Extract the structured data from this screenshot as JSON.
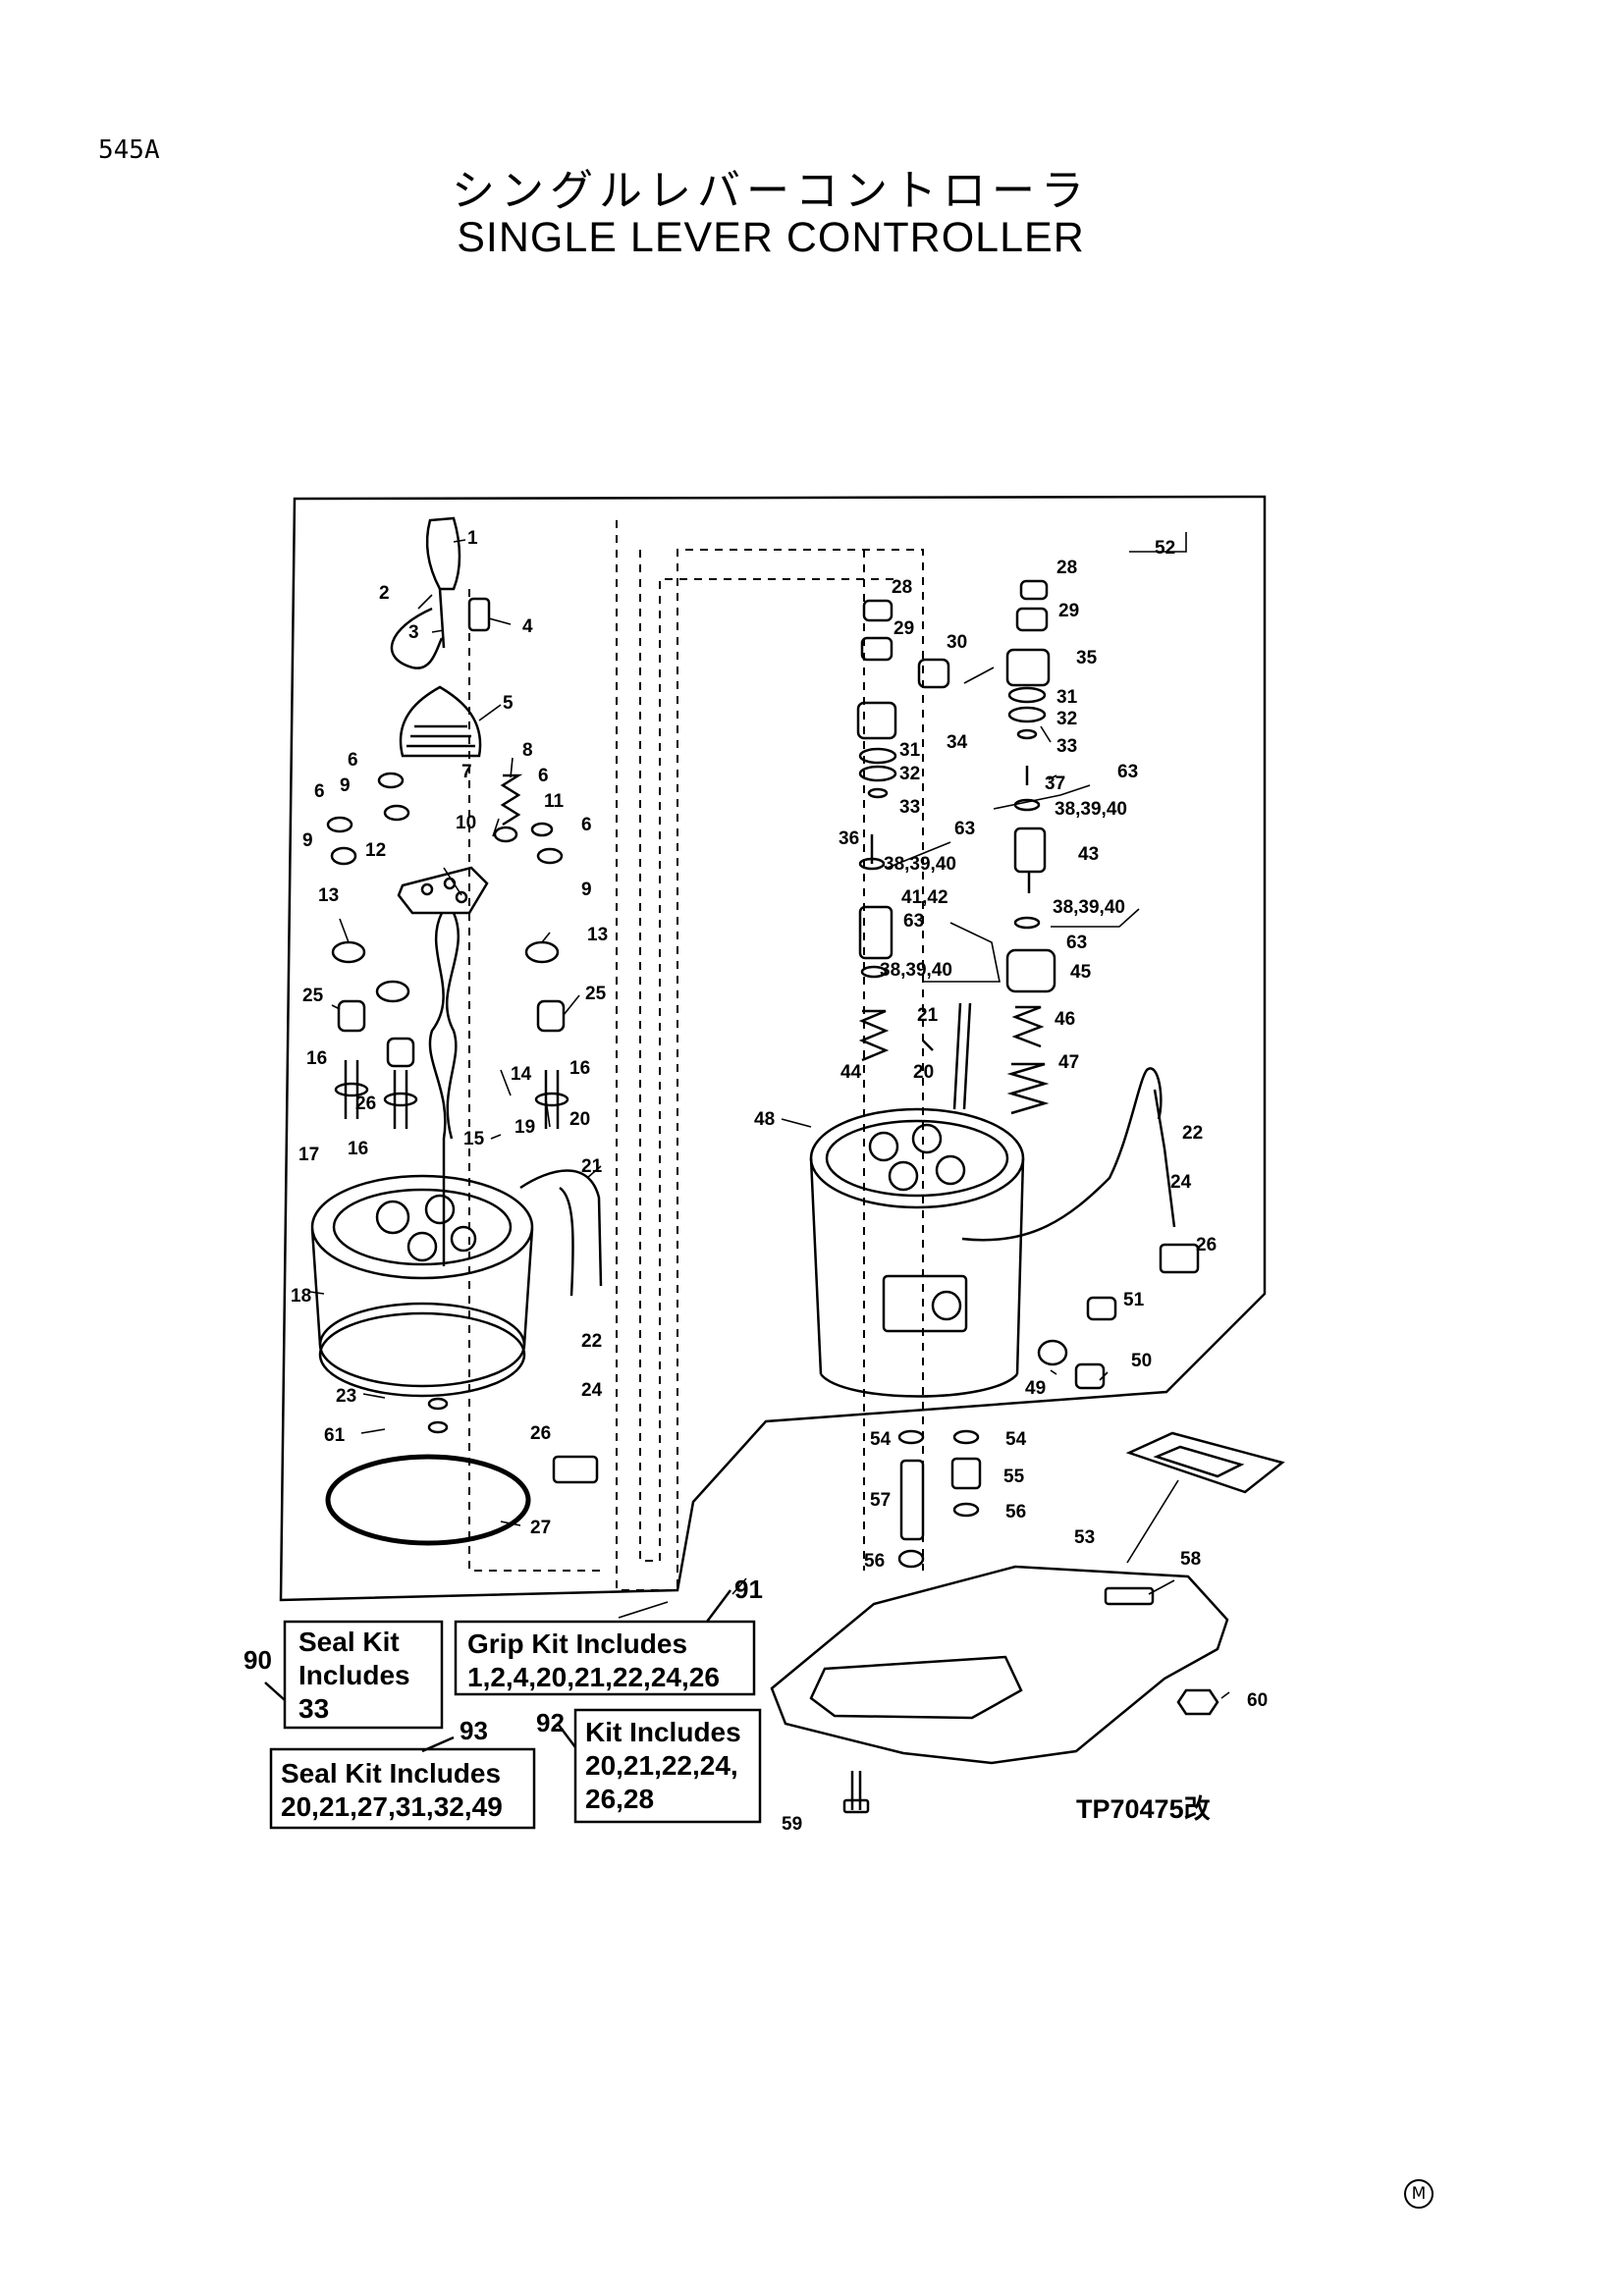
{
  "page_code": "545A",
  "title_jp": "シングルレバーコントローラ",
  "title_en": "SINGLE LEVER CONTROLLER",
  "parts": {
    "p1": "1",
    "p2": "2",
    "p3": "3",
    "p4": "4",
    "p5": "5",
    "p6": "6",
    "p7": "7",
    "p8": "8",
    "p9": "9",
    "p10": "10",
    "p11": "11",
    "p12": "12",
    "p13": "13",
    "p14": "14",
    "p15": "15",
    "p16": "16",
    "p17": "17",
    "p18": "18",
    "p19": "19",
    "p20": "20",
    "p21": "21",
    "p22": "22",
    "p23": "23",
    "p24": "24",
    "p25": "25",
    "p26": "26",
    "p27": "27",
    "p28": "28",
    "p29": "29",
    "p30": "30",
    "p31": "31",
    "p32": "32",
    "p33": "33",
    "p34": "34",
    "p35": "35",
    "p36": "36",
    "p37": "37",
    "p38_40": "38,39,40",
    "p41_42": "41,42",
    "p43": "43",
    "p44": "44",
    "p45": "45",
    "p46": "46",
    "p47": "47",
    "p48": "48",
    "p49": "49",
    "p50": "50",
    "p51": "51",
    "p52": "52",
    "p53": "53",
    "p54": "54",
    "p55": "55",
    "p56": "56",
    "p57": "57",
    "p58": "58",
    "p59": "59",
    "p60": "60",
    "p61": "61",
    "p63": "63"
  },
  "kits": {
    "k90": {
      "number": "90",
      "lines": [
        "Seal Kit",
        "Includes",
        "33"
      ]
    },
    "k91": {
      "number": "91",
      "lines": [
        "Grip Kit Includes",
        "1,2,4,20,21,22,24,26"
      ]
    },
    "k92": {
      "number": "92",
      "lines": [
        "Kit Includes",
        "20,21,22,24,",
        "26,28"
      ]
    },
    "k93": {
      "number": "93",
      "lines": [
        "Seal Kit Includes",
        "20,21,27,31,32,49"
      ]
    }
  },
  "drawing_ref": "TP70475改",
  "corner_mark": "M"
}
